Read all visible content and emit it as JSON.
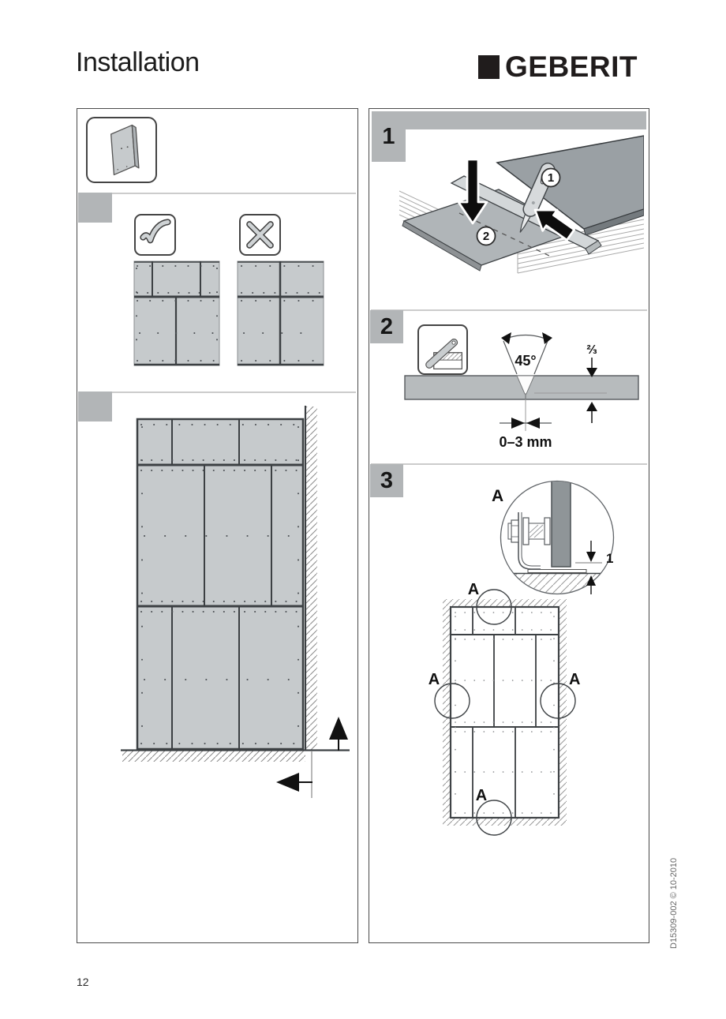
{
  "header": {
    "title": "Installation",
    "brand": "GEBERIT"
  },
  "footer": {
    "page_number": "12",
    "doc_code": "D15309-002 © 10-2010"
  },
  "colors": {
    "panel_fill": "#c6cacc",
    "block_gray": "#b2b5b7",
    "line_dark": "#3c4043",
    "divider_gray": "#cccccc",
    "board_dark": "#9aa0a4",
    "arrow_black": "#111111",
    "hatch_gray": "#8a8a8a"
  },
  "left_panel": {
    "intro_icon": "wall-panel-icon",
    "correct_icon": "checkmark-icon",
    "incorrect_icon": "cross-icon",
    "diagram": "staggered-panel-joints-wall-layout",
    "diagram_arrows": [
      "up-direction-arrow",
      "left-direction-arrow"
    ]
  },
  "right_panel": {
    "steps": [
      {
        "number": "1",
        "illustration": "score-and-snap-board",
        "callouts": [
          "1",
          "2"
        ]
      },
      {
        "number": "2",
        "tool_icon": "rasp-icon",
        "labels": {
          "angle": "45°",
          "depth_fraction": "⅔",
          "gap": "0–3 mm"
        }
      },
      {
        "number": "3",
        "detail_circle": "panel-foot-bracket-detail",
        "labels": {
          "detail": "A",
          "gap": "1"
        },
        "markers": [
          "A",
          "A",
          "A",
          "A"
        ]
      }
    ]
  }
}
